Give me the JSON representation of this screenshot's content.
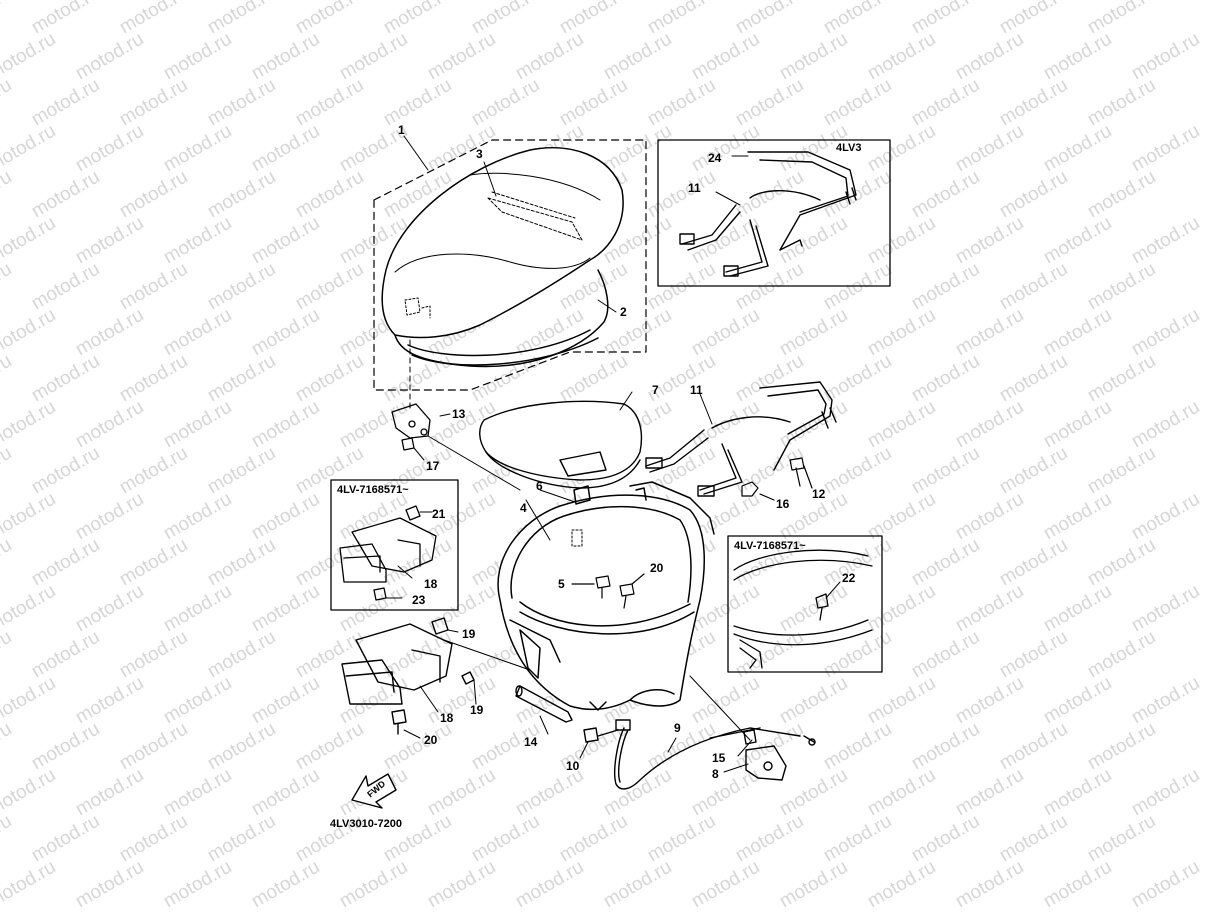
{
  "watermark": "motod.ru",
  "diagram_code": "4LV3010-7200",
  "fwd_label": "FWD",
  "inset_boxes": {
    "rear_rack_variant": "4LV3",
    "battery_box_serial": "4LV-7168571~",
    "storage_serial": "4LV-7168571~"
  },
  "callouts": {
    "p1": "1",
    "p2": "2",
    "p3": "3",
    "p4": "4",
    "p5": "5",
    "p6": "6",
    "p7": "7",
    "p8": "8",
    "p9": "9",
    "p10": "10",
    "p11a": "11",
    "p11b": "11",
    "p12": "12",
    "p13": "13",
    "p14": "14",
    "p15": "15",
    "p16": "16",
    "p17": "17",
    "p18a": "18",
    "p18b": "18",
    "p19a": "19",
    "p19b": "19",
    "p20a": "20",
    "p20b": "20",
    "p21": "21",
    "p22": "22",
    "p23": "23",
    "p24": "24"
  }
}
